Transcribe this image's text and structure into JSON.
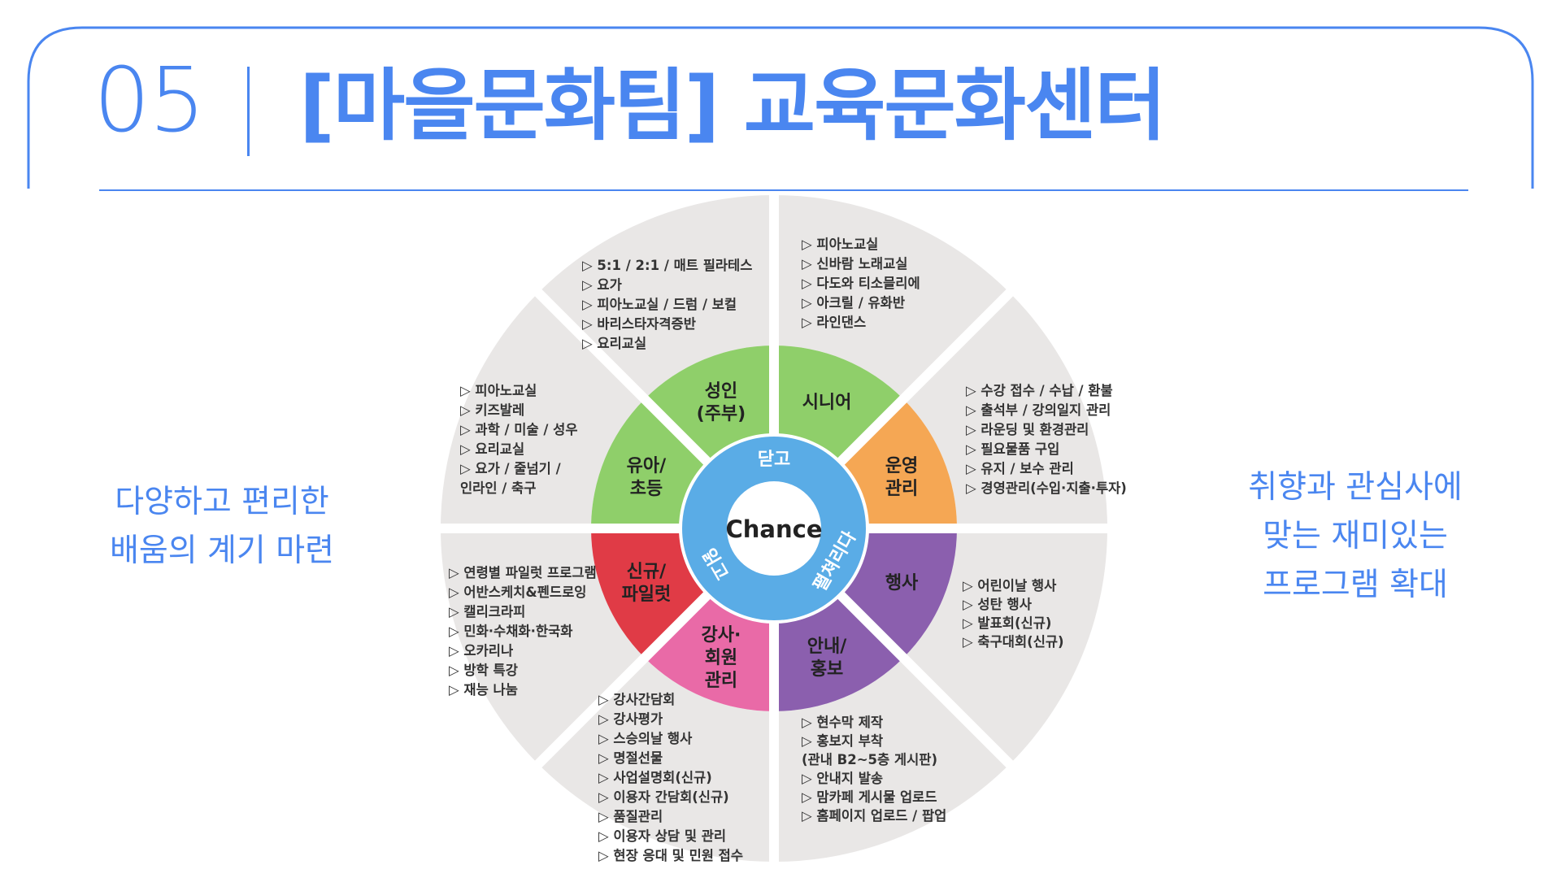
{
  "header": {
    "number": "05",
    "title": "[마을문화팀] 교육문화센터"
  },
  "left_text": [
    "다양하고 편리한",
    "배움의 계기 마련"
  ],
  "right_text": [
    "취향과 관심사에",
    "맞는 재미있는",
    "프로그램 확대"
  ],
  "colors": {
    "accent": "#4a86f0",
    "hub_ring": "#5aace6",
    "outer_segment": "#e9e7e6",
    "green": "#8fcf6a",
    "orange": "#f5a754",
    "purple": "#8b5fae",
    "pink": "#e96aa7",
    "red": "#e03b46",
    "detail_text": "#333333"
  },
  "diagram": {
    "center": "Chance",
    "ring_words": [
      "닫고",
      "펼쳐리다",
      "읽고"
    ],
    "segments": [
      {
        "label": [
          "시니어"
        ],
        "color": "#8fcf6a",
        "items": [
          "▷ 피아노교실",
          "▷ 신바람 노래교실",
          "▷ 다도와 티소믈리에",
          "▷ 아크릴 / 유화반",
          "▷ 라인댄스"
        ]
      },
      {
        "label": [
          "운영",
          "관리"
        ],
        "color": "#f5a754",
        "items": [
          "▷ 수강 접수 / 수납 / 환불",
          "▷ 출석부 / 강의일지 관리",
          "▷ 라운딩 및 환경관리",
          "▷ 필요물품 구입",
          "▷ 유지 /  보수 관리",
          "▷ 경영관리(수입·지출·투자)"
        ]
      },
      {
        "label": [
          "행사"
        ],
        "color": "#8b5fae",
        "items": [
          "▷ 어린이날 행사",
          "▷ 성탄 행사",
          "▷ 발표회(신규)",
          "▷ 축구대회(신규)"
        ]
      },
      {
        "label": [
          "안내/",
          "홍보"
        ],
        "color": "#8b5fae",
        "items": [
          "▷ 현수막 제작",
          "▷ 홍보지 부착",
          "(관내 B2~5층 게시판)",
          "▷ 안내지 발송",
          "▷ 맘카페 게시물 업로드",
          "▷ 홈페이지 업로드 / 팝업"
        ]
      },
      {
        "label": [
          "강사·",
          "회원",
          "관리"
        ],
        "color": "#e96aa7",
        "items": [
          "▷ 강사간담회",
          "▷ 강사평가",
          "▷ 스승의날 행사",
          "▷ 명절선물",
          "▷ 사업설명회(신규)",
          "▷ 이용자 간담회(신규)",
          "▷ 품질관리",
          "▷ 이용자 상담 및 관리",
          "▷ 현장 응대 및 민원 접수"
        ]
      },
      {
        "label": [
          "신규/",
          "파일럿"
        ],
        "color": "#e03b46",
        "items": [
          "▷ 연령별 파일럿 프로그램",
          "▷ 어반스케치&펜드로잉",
          "▷ 캘리크라피",
          "▷ 민화·수채화·한국화",
          "▷ 오카리나",
          "▷ 방학 특강",
          "▷ 재능 나눔"
        ]
      },
      {
        "label": [
          "유아/",
          "초등"
        ],
        "color": "#8fcf6a",
        "items": [
          "▷ 피아노교실",
          "▷ 키즈발레",
          "▷ 과학 / 미술 / 성우",
          "▷ 요리교실",
          "▷ 요가 / 줄넘기 /",
          "  인라인 / 축구"
        ]
      },
      {
        "label": [
          "성인",
          "(주부)"
        ],
        "color": "#8fcf6a",
        "items": [
          "▷ 5:1 / 2:1 / 매트 필라테스",
          "▷ 요가",
          "▷ 피아노교실 / 드럼 / 보컬",
          "▷ 바리스타자격증반",
          "▷ 요리교실"
        ]
      }
    ]
  }
}
